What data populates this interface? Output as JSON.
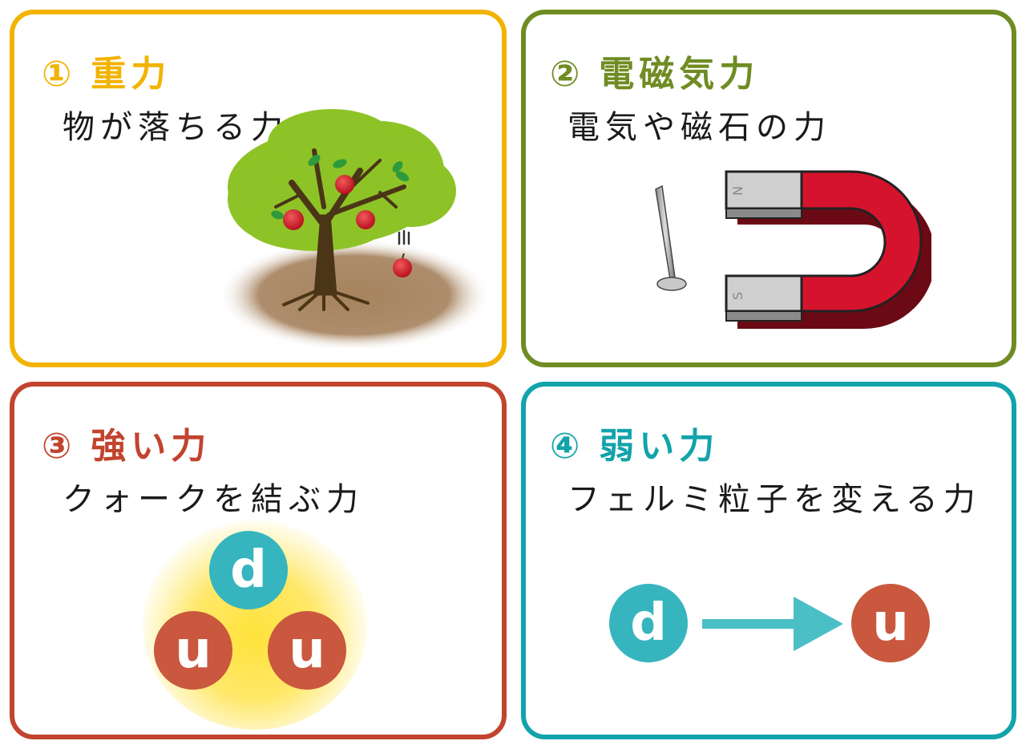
{
  "panels": [
    {
      "number": "①",
      "title": "重力",
      "subtitle": "物が落ちる力",
      "color": "#f2b300"
    },
    {
      "number": "②",
      "title": "電磁気力",
      "subtitle": "電気や磁石の力",
      "color": "#6f8c23"
    },
    {
      "number": "③",
      "title": "強い力",
      "subtitle": "クォークを結ぶ力",
      "color": "#c2442e"
    },
    {
      "number": "④",
      "title": "弱い力",
      "subtitle": "フェルミ粒子を変える力",
      "color": "#12a3ab"
    }
  ],
  "magnet": {
    "pole_top": "N",
    "pole_bottom": "S"
  },
  "strong_force_quarks": [
    "d",
    "u",
    "u"
  ],
  "weak_force_transition": {
    "from": "d",
    "to": "u"
  },
  "colors": {
    "down_quark": "#36b5bf",
    "up_quark": "#c9583e",
    "magnet_red": "#d6132d",
    "arrow": "#4bbfc6"
  }
}
